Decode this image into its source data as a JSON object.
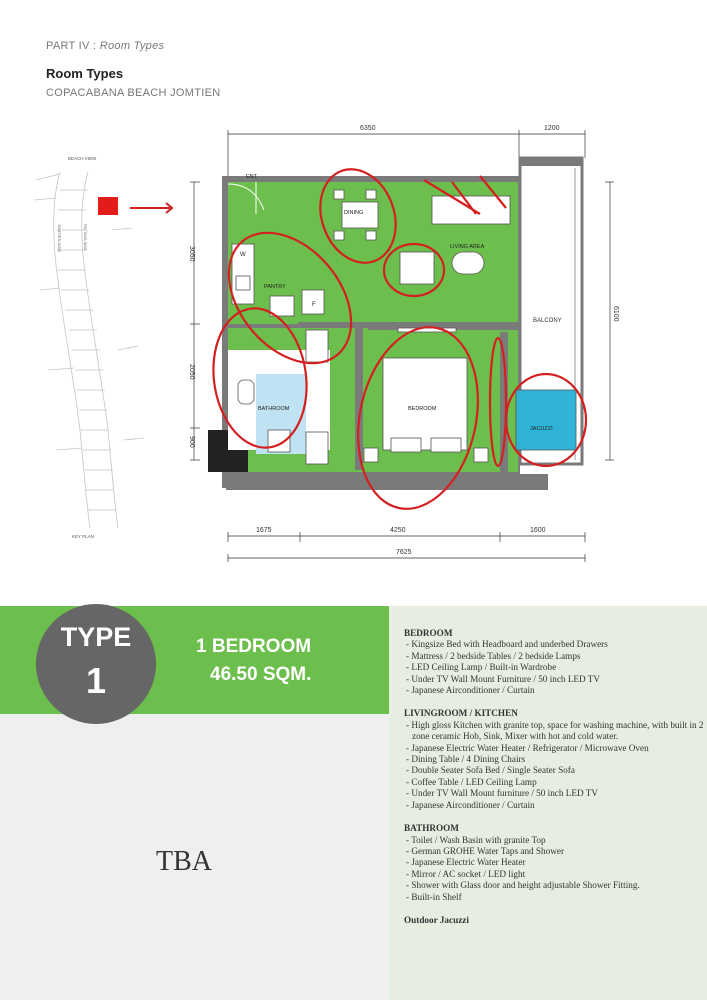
{
  "header": {
    "part_prefix": "PART IV : ",
    "part_section": "Room Types",
    "title": "Room Types",
    "subtitle": "COPACABANA BEACH JOMTIEN"
  },
  "plan": {
    "dimensions_top": [
      "6350",
      "1200"
    ],
    "dimensions_bottom": [
      "1675",
      "4250",
      "1600"
    ],
    "dimension_total": "7625",
    "dimensions_left": [
      "3050",
      "2050",
      "900"
    ],
    "dimension_right": "6100",
    "rooms": {
      "entrance": "ENT.",
      "dining": "DINING",
      "living": "LIVING AREA",
      "pantry": "PANTRY",
      "washer": "W",
      "fridge": "F",
      "bathroom": "BATHROOM",
      "bedroom": "BEDROOM",
      "balcony": "BALCONY",
      "jacuzzi": "JACUZZI"
    },
    "key_plan": {
      "beach_view": "BEACH VIEW",
      "jomtien_side": "JOMTIEN SIDE",
      "pattaya_side": "PATTAYA SIDE",
      "caption": "KEY PLAN"
    },
    "colors": {
      "floor": "#6cbf4c",
      "wall": "#7a7a7a",
      "annotation": "#d42020",
      "jacuzzi": "#2fb4d8"
    }
  },
  "unit": {
    "type_word": "TYPE",
    "type_number": "1",
    "bedrooms": "1 BEDROOM",
    "size": "46.50 SQM.",
    "tba": "TBA"
  },
  "specs": [
    {
      "heading": "BEDROOM",
      "items": [
        "Kingsize Bed with Headboard and underbed Drawers",
        "Mattress / 2 bedside Tables / 2 bedside Lamps",
        "LED Ceiling Lamp / Built-in Wardrobe",
        "Under TV Wall Mount Furniture / 50 inch LED TV",
        "Japanese Airconditioner / Curtain"
      ]
    },
    {
      "heading": "LIVINGROOM / KITCHEN",
      "items": [
        "High gloss Kitchen with granite top, space for washing machine, with built in 2 zone ceramic Hob, Sink, Mixer with hot and cold water.",
        "Japanese Electric Water Heater / Refrigerator / Microwave Oven",
        "Dining Table / 4 Dining Chairs",
        "Double Seater Sofa Bed / Single Seater Sofa",
        "Coffee Table / LED Ceiling Lamp",
        "Under TV Wall Mount furniture / 50 inch LED TV",
        "Japanese Airconditioner / Curtain"
      ]
    },
    {
      "heading": "BATHROOM",
      "items": [
        "Toilet / Wash Basin with granite Top",
        "German GROHE Water Taps and Shower",
        "Japanese Electric Water Heater",
        "Mirror / AC socket / LED light",
        "Shower with Glass door and height adjustable Shower Fitting.",
        "Built-in Shelf"
      ]
    },
    {
      "heading": "Outdoor Jacuzzi",
      "items": []
    }
  ]
}
